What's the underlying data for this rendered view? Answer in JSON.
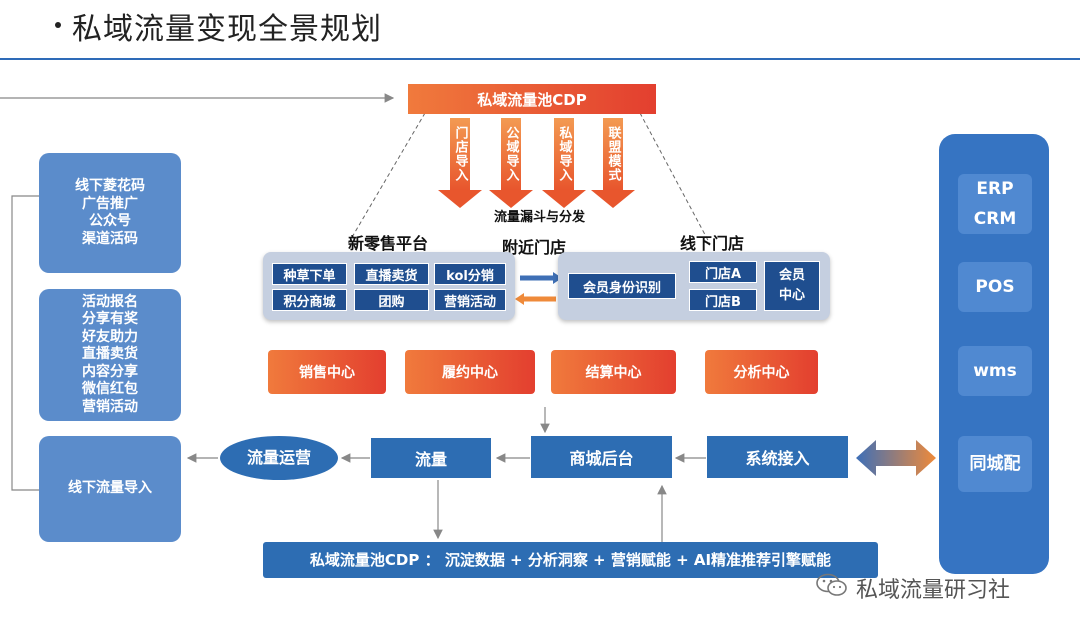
{
  "title": "私域流量变现全景规划",
  "cdp_top": "私域流量池CDP",
  "funnel_arrows": [
    "门店导入",
    "公域导入",
    "私域导入",
    "联盟模式"
  ],
  "funnel_label": "流量漏斗与分发",
  "left_cards": {
    "card1": [
      "线下菱花码",
      "广告推广",
      "公众号",
      "渠道活码"
    ],
    "card2": [
      "活动报名",
      "分享有奖",
      "好友助力",
      "直播卖货",
      "内容分享",
      "微信红包",
      "营销活动"
    ],
    "card3": "线下流量导入"
  },
  "section_labels": {
    "new_retail": "新零售平台",
    "nearby": "附近门店",
    "offline": "线下门店"
  },
  "new_retail_items": [
    "种草下单",
    "直播卖货",
    "kol分销",
    "积分商城",
    "团购",
    "营销活动"
  ],
  "offline_items": {
    "member_id": "会员身份识别",
    "store_a": "门店A",
    "store_b": "门店B",
    "member_center": "会员中心"
  },
  "centers": [
    "销售中心",
    "履约中心",
    "结算中心",
    "分析中心"
  ],
  "flow": {
    "ops": "流量运营",
    "traffic": "流量",
    "backend": "商城后台",
    "access": "系统接入"
  },
  "bottom_bar": "私域流量池CDP ： 沉淀数据 + 分析洞察 + 营销赋能 + AI精准推荐引擎赋能",
  "right_systems": [
    [
      "ERP",
      "CRM"
    ],
    [
      "POS"
    ],
    [
      "wms"
    ],
    [
      "同城配"
    ]
  ],
  "watermark": "私域流量研习社"
}
